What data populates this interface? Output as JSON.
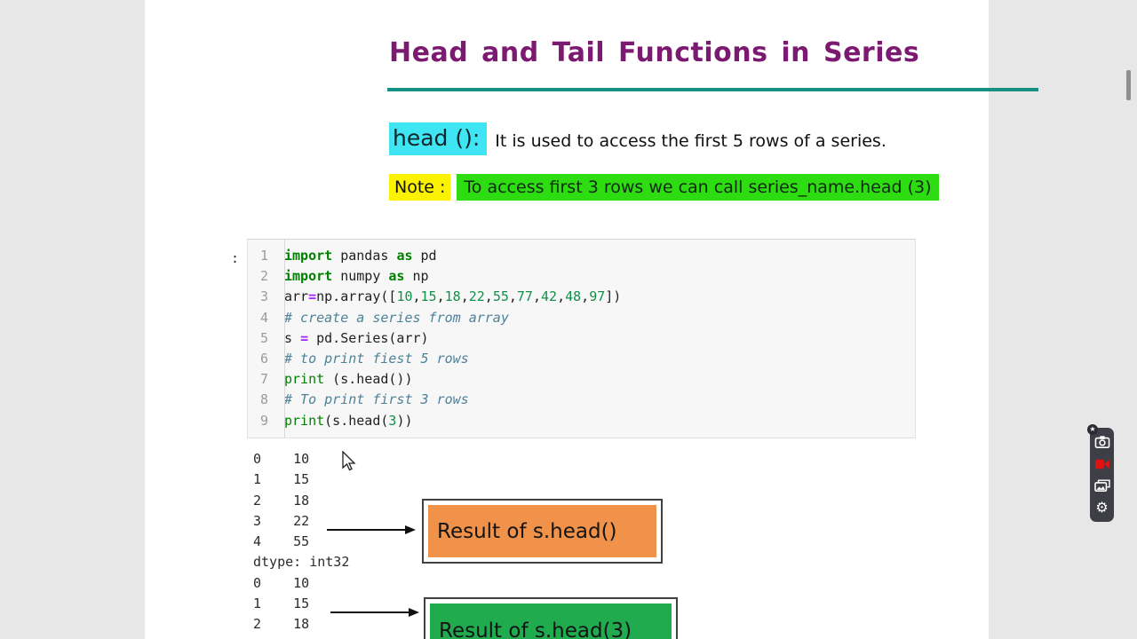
{
  "page": {
    "title": "Head and Tail Functions in Series",
    "head_label": "head ():",
    "head_desc": "It is used to access the first 5 rows of a series.",
    "note_label": "Note :",
    "note_text": "To access first 3 rows we can call series_name.head (3)"
  },
  "colors": {
    "title": "#7C1970",
    "rule": "#159082",
    "cyan_highlight": "#3FE5F2",
    "yellow_highlight": "#FBF200",
    "green_highlight": "#2EDC12",
    "record_red": "#E31212"
  },
  "code": {
    "prompt": ":",
    "lines": [
      {
        "n": "1",
        "seg": [
          [
            "kw",
            "import"
          ],
          [
            "pl",
            " pandas "
          ],
          [
            "kw",
            "as"
          ],
          [
            "pl",
            " pd"
          ]
        ]
      },
      {
        "n": "2",
        "seg": [
          [
            "kw",
            "import"
          ],
          [
            "pl",
            " numpy "
          ],
          [
            "kw",
            "as"
          ],
          [
            "pl",
            " np"
          ]
        ]
      },
      {
        "n": "3",
        "seg": [
          [
            "pl",
            "arr"
          ],
          [
            "op",
            "="
          ],
          [
            "pl",
            "np.array(["
          ],
          [
            "num",
            "10"
          ],
          [
            "pl",
            ","
          ],
          [
            "num",
            "15"
          ],
          [
            "pl",
            ","
          ],
          [
            "num",
            "18"
          ],
          [
            "pl",
            ","
          ],
          [
            "num",
            "22"
          ],
          [
            "pl",
            ","
          ],
          [
            "num",
            "55"
          ],
          [
            "pl",
            ","
          ],
          [
            "num",
            "77"
          ],
          [
            "pl",
            ","
          ],
          [
            "num",
            "42"
          ],
          [
            "pl",
            ","
          ],
          [
            "num",
            "48"
          ],
          [
            "pl",
            ","
          ],
          [
            "num",
            "97"
          ],
          [
            "pl",
            "])"
          ]
        ]
      },
      {
        "n": "4",
        "seg": [
          [
            "com",
            "# create a series from array"
          ]
        ]
      },
      {
        "n": "5",
        "seg": [
          [
            "pl",
            "s "
          ],
          [
            "op",
            "="
          ],
          [
            "pl",
            " pd.Series(arr)"
          ]
        ]
      },
      {
        "n": "6",
        "seg": [
          [
            "com",
            "# to print fiest 5 rows"
          ]
        ]
      },
      {
        "n": "7",
        "seg": [
          [
            "fn",
            "print"
          ],
          [
            "pl",
            " (s.head())"
          ]
        ]
      },
      {
        "n": "8",
        "seg": [
          [
            "com",
            "# To print first 3 rows"
          ]
        ]
      },
      {
        "n": "9",
        "seg": [
          [
            "fn",
            "print"
          ],
          [
            "pl",
            "(s.head("
          ],
          [
            "num",
            "3"
          ],
          [
            "pl",
            "))"
          ]
        ]
      }
    ]
  },
  "output": {
    "lines": [
      "0    10",
      "1    15",
      "2    18",
      "3    22",
      "4    55",
      "dtype: int32",
      "0    10",
      "1    15",
      "2    18"
    ]
  },
  "results": [
    {
      "label": "Result of s.head()",
      "fill": "#F0924A"
    },
    {
      "label": "Result of s.head(3)",
      "fill": "#1FAB4E"
    }
  ],
  "recorder": {
    "icons": [
      "camera-icon",
      "record-icon",
      "gallery-icon",
      "gear-icon"
    ],
    "badge": "★"
  }
}
